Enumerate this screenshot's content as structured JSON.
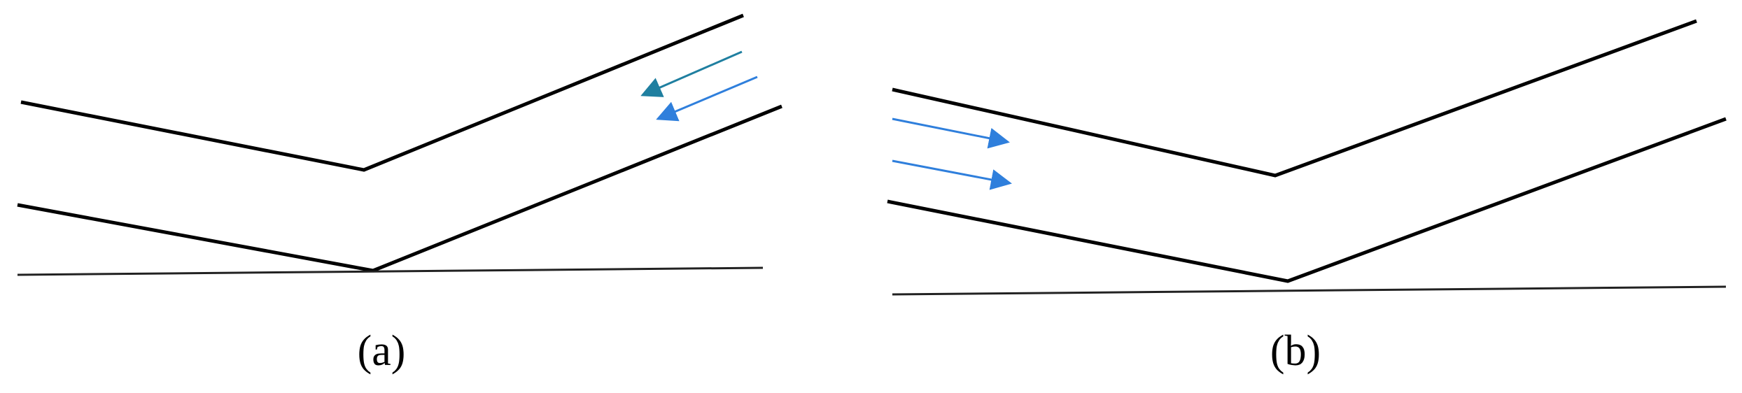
{
  "figure": {
    "panels": [
      {
        "id": "a",
        "caption": "(a)"
      },
      {
        "id": "b",
        "caption": "(b)"
      }
    ]
  },
  "colors": {
    "line": "#000000",
    "baseline": "#222222",
    "arrow_dark": "#1f7fa0",
    "arrow_light": "#2f7fdc"
  }
}
